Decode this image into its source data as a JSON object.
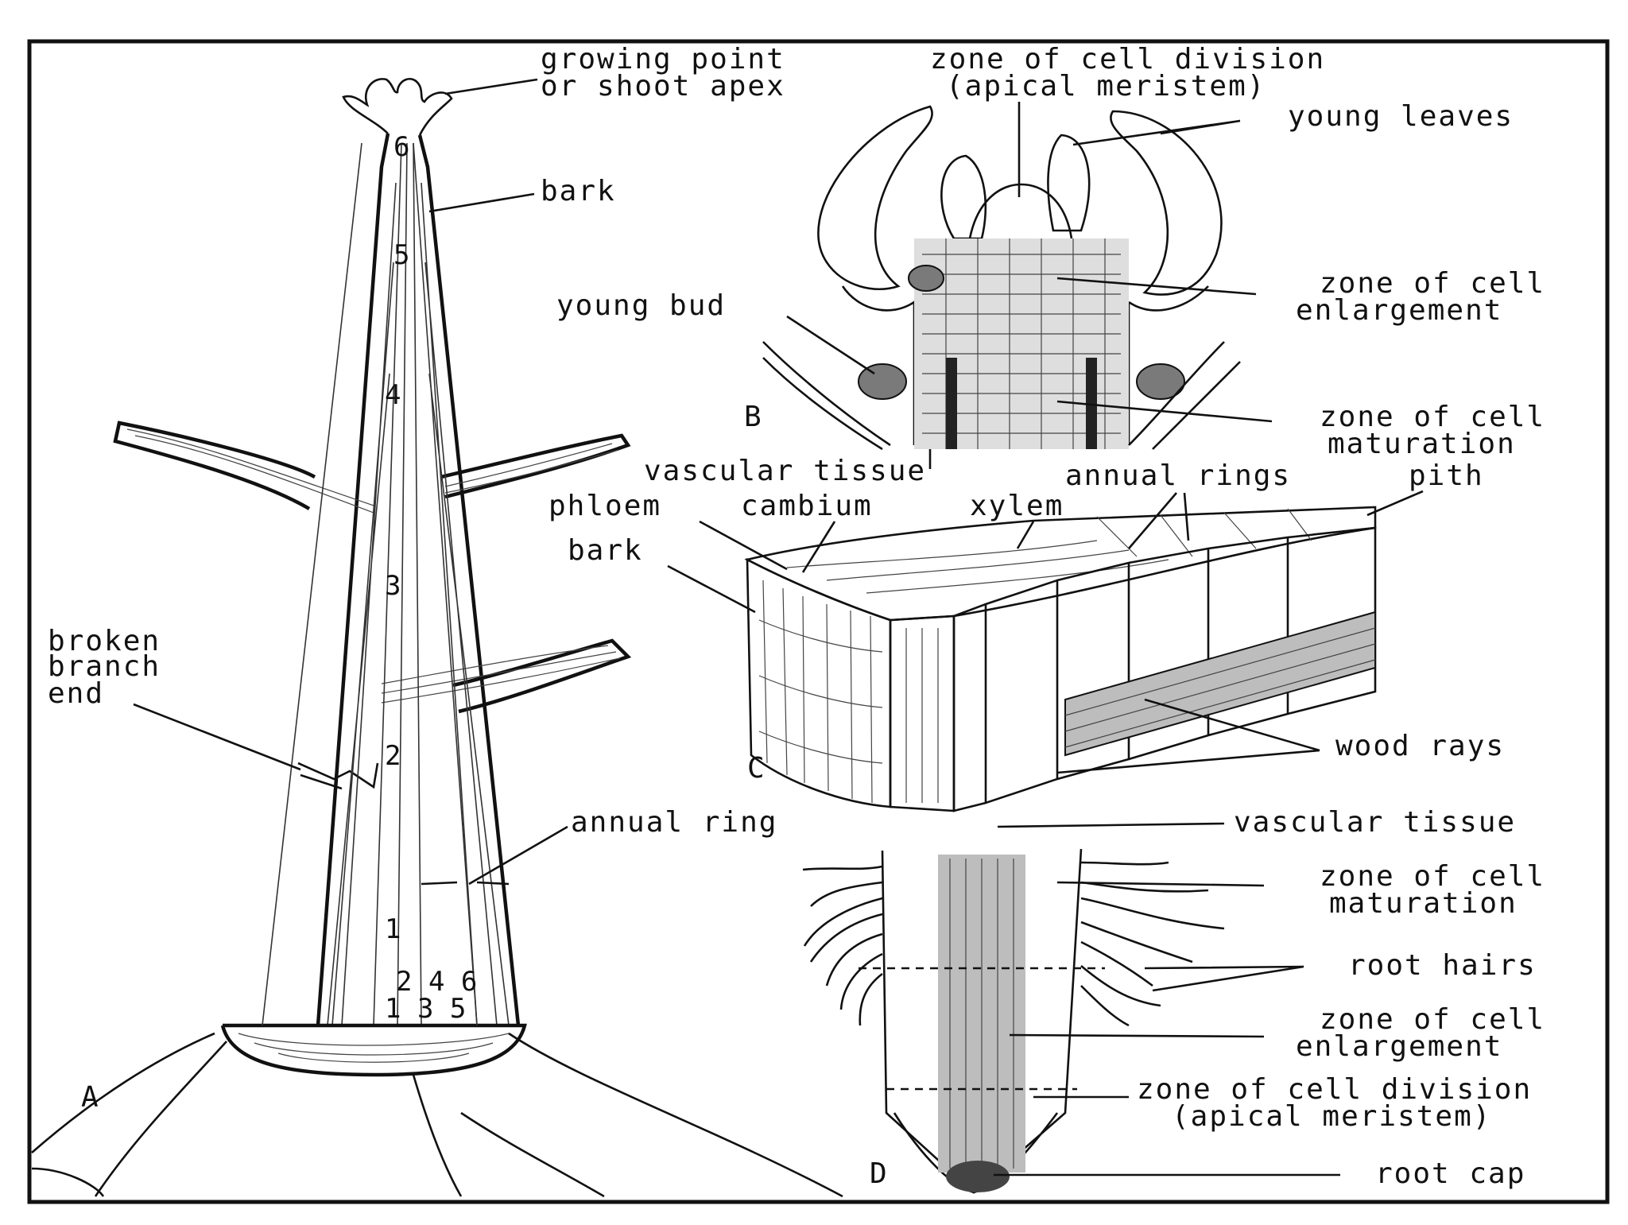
{
  "panels": {
    "a": "A",
    "b": "B",
    "c": "C",
    "d": "D"
  },
  "labels_a": {
    "growing_point_1": "growing point",
    "growing_point_2": "or shoot apex",
    "bark": "bark",
    "broken_1": "broken",
    "broken_2": "branch",
    "broken_3": "end",
    "annual_ring": "annual ring"
  },
  "trunk_numbers": {
    "n6": "6",
    "n5": "5",
    "n4": "4",
    "n3": "3",
    "n2": "2",
    "n1": "1",
    "base_top": "2 4 6",
    "base_bottom": "1 3 5"
  },
  "labels_b": {
    "division_1": "zone of cell division",
    "division_2": "(apical meristem)",
    "young_leaves": "young leaves",
    "enlargement_1": "zone of cell",
    "enlargement_2": "enlargement",
    "young_bud": "young bud",
    "maturation_1": "zone of cell",
    "maturation_2": "maturation"
  },
  "labels_c": {
    "vascular_tissue": "vascular tissue",
    "annual_rings": "annual rings",
    "pith": "pith",
    "phloem": "phloem",
    "cambium": "cambium",
    "xylem": "xylem",
    "bark": "bark",
    "wood_rays": "wood rays"
  },
  "labels_d": {
    "vascular_tissue": "vascular tissue",
    "maturation_1": "zone of cell",
    "maturation_2": "maturation",
    "root_hairs": "root hairs",
    "enlargement_1": "zone of cell",
    "enlargement_2": "enlargement",
    "division_1": "zone of cell division",
    "division_2": "(apical meristem)",
    "root_cap": "root cap"
  }
}
